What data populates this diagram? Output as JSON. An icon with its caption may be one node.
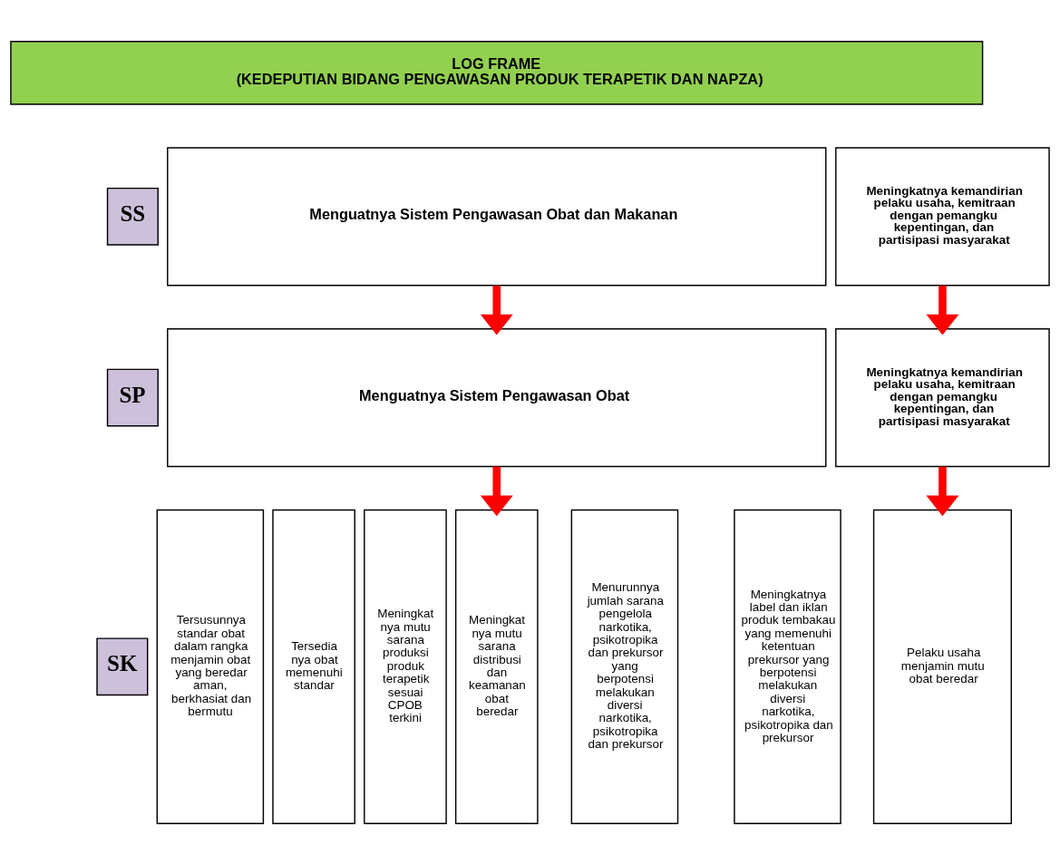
{
  "diagram": {
    "nodes": [
      {
        "text": [
          "LOG FRAME",
          "(KEDEPUTIAN BIDANG PENGAWASAN PRODUK TERAPETIK DAN NAPZA)"
        ]
      },
      {
        "text": [
          "SS"
        ]
      },
      {
        "text": [
          "Menguatnya Sistem Pengawasan Obat dan Makanan"
        ]
      },
      {
        "text": [
          "Meningkatnya kemandirian pelaku usaha, kemitraan dengan pemangku kepentingan, dan partisipasi masyarakat"
        ]
      },
      {
        "text": [
          "SP"
        ]
      },
      {
        "text": [
          "Menguatnya Sistem Pengawasan Obat"
        ]
      },
      {
        "text": [
          "Meningkatnya kemandirian pelaku usaha, kemitraan dengan pemangku kepentingan, dan partisipasi masyarakat"
        ]
      },
      {
        "text": [
          "SK"
        ]
      },
      {
        "text": [
          "Tersusunnya standar obat dalam rangka menjamin obat yang beredar aman, berkhasiat dan bermutu"
        ]
      },
      {
        "text": [
          "Tersedia nya obat memenuhi standar"
        ]
      },
      {
        "text": [
          "Meningkat nya mutu sarana produksi produk terapetik sesuai CPOB terkini"
        ]
      },
      {
        "text": [
          "Meningkat nya mutu sarana distribusi dan keamanan obat beredar"
        ]
      },
      {
        "text": [
          "Menurunnya jumlah sarana pengelola narkotika, psikotropika dan prekursor yang berpotensi melakukan diversi narkotika, psikotropika dan prekursor"
        ]
      },
      {
        "text": [
          "Meningkatnya label dan iklan produk tembakau yang memenuhi ketentuan prekursor yang berpotensi melakukan diversi narkotika, psikotropika dan prekursor"
        ]
      },
      {
        "text": [
          "Pelaku usaha menjamin mutu obat beredar"
        ]
      }
    ],
    "edges": [
      {
        "from": 2,
        "to": 5,
        "arrow": "to"
      },
      {
        "from": 3,
        "to": 6,
        "arrow": "to"
      },
      {
        "from": 5,
        "to": 11,
        "arrow": "to"
      },
      {
        "from": 6,
        "to": 14,
        "arrow": "to"
      }
    ]
  }
}
